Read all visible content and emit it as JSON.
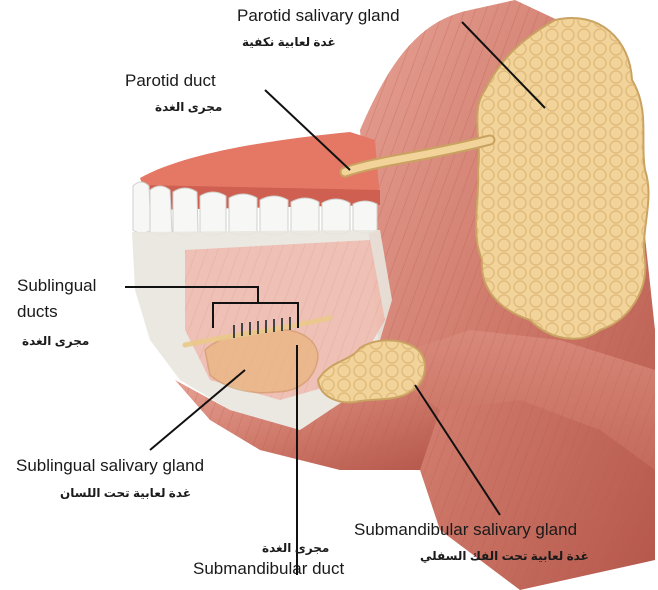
{
  "labels": {
    "parotid_gland": {
      "en": "Parotid salivary gland",
      "ar": "غدة لعابية نكفية"
    },
    "parotid_duct": {
      "en": "Parotid duct",
      "ar": "مجرى الغدة"
    },
    "sublingual_ducts": {
      "en_line1": "Sublingual",
      "en_line2": "ducts",
      "ar": "مجرى الغدة"
    },
    "sublingual_gland": {
      "en": "Sublingual salivary gland",
      "ar": "غدة لعابية تحت اللسان"
    },
    "submandibular_gland": {
      "en": "Submandibular salivary gland",
      "ar": "غدة لعابية تحت الفك السفلي"
    },
    "submandibular_duct": {
      "en": "Submandibular duct",
      "ar": "مجرى الغدة"
    }
  },
  "colors": {
    "muscle": "#c96a5e",
    "muscle_light": "#e59b8c",
    "gum": "#e0705e",
    "tooth": "#f7f7f5",
    "bone": "#e9e6df",
    "gland": "#f2d49a",
    "gland_edge": "#c9a261",
    "leader": "#111111"
  }
}
